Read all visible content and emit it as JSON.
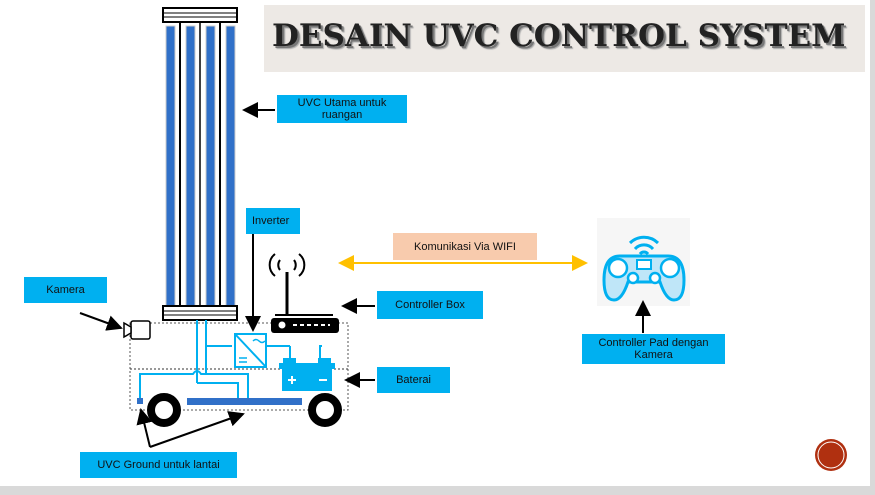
{
  "title": "DESAIN UVC CONTROL SYSTEM",
  "labels": {
    "uvc_main": "UVC Utama untuk ruangan",
    "inverter": "Inverter",
    "wifi": "Komunikasi Via WIFI",
    "controller_box": "Controller Box",
    "battery": "Baterai",
    "camera": "Kamera",
    "controller_pad": "Controller Pad dengan Kamera",
    "uvc_ground": "UVC Ground untuk lantai"
  },
  "colors": {
    "label_bg": "#00b0f0",
    "wifi_bg": "#f8cbad",
    "wifi_arrow": "#ffc000",
    "tube": "#3070c8",
    "accent": "#b03010"
  },
  "icons": [
    "uvc-lamp-icon",
    "camera-icon",
    "router-icon",
    "inverter-icon",
    "battery-icon",
    "gamepad-icon",
    "wheel-icon"
  ]
}
